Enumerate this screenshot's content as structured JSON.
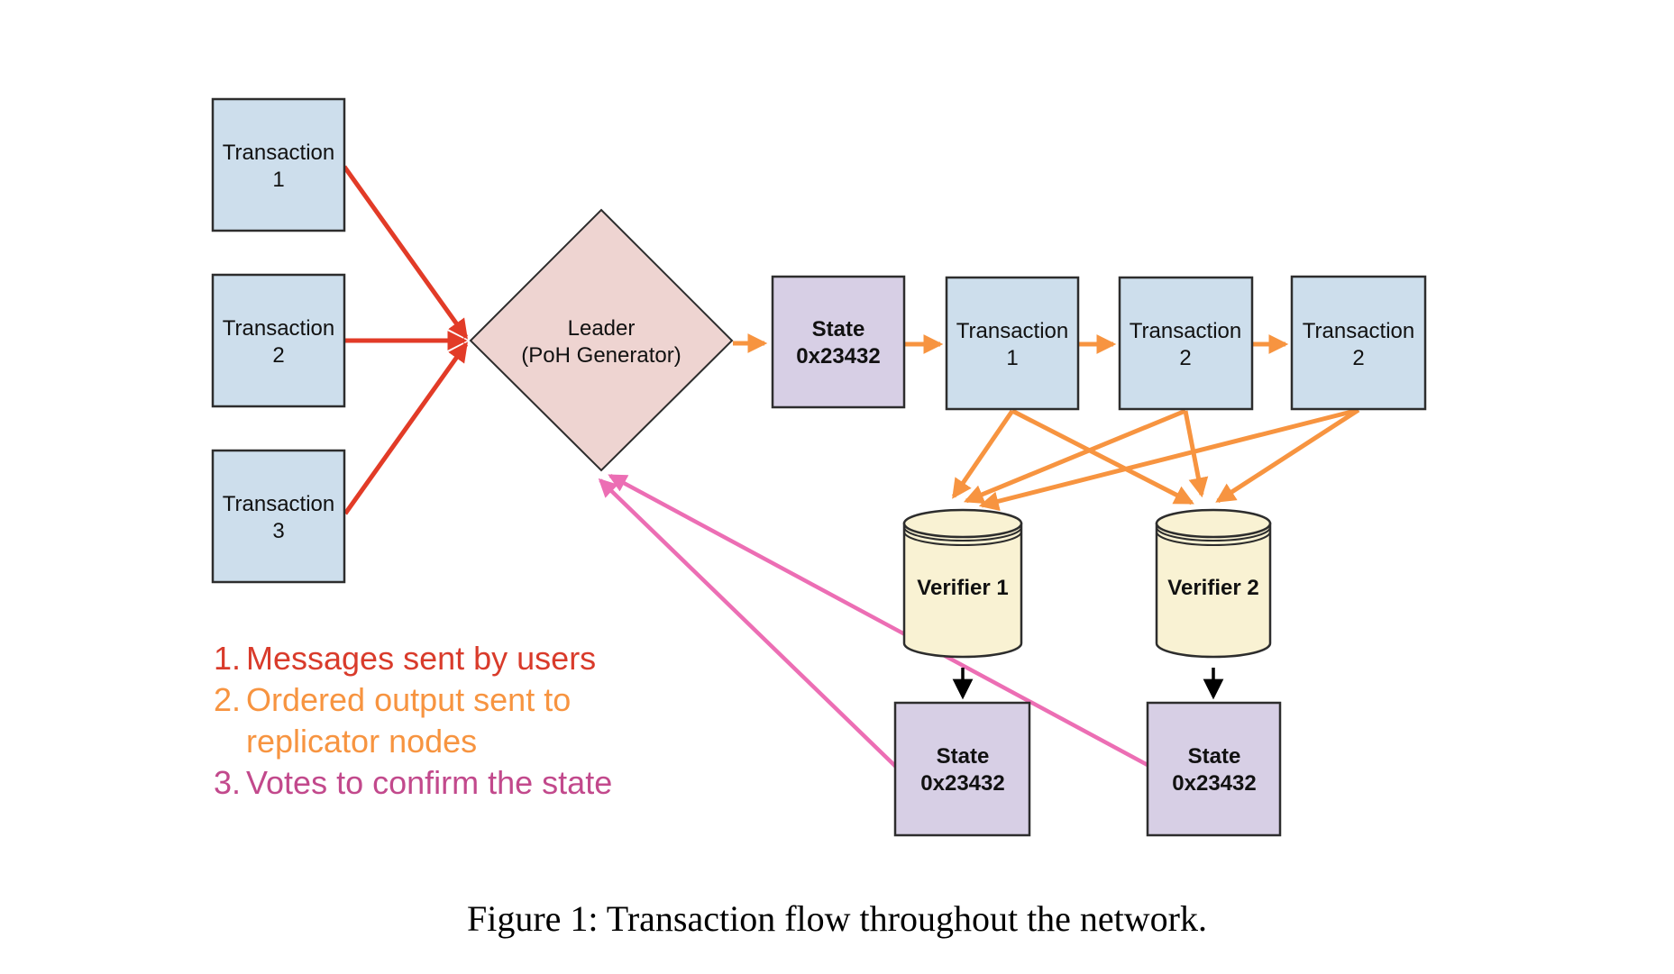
{
  "nodes": {
    "user_transactions": [
      {
        "line1": "Transaction",
        "line2": "1"
      },
      {
        "line1": "Transaction",
        "line2": "2"
      },
      {
        "line1": "Transaction",
        "line2": "3"
      }
    ],
    "leader": {
      "line1": "Leader",
      "line2": "(PoH Generator)"
    },
    "state_top": {
      "line1": "State",
      "line2": "0x23432"
    },
    "ledger_entries": [
      {
        "line1": "Transaction",
        "line2": "1"
      },
      {
        "line1": "Transaction",
        "line2": "2"
      },
      {
        "line1": "Transaction",
        "line2": "2"
      }
    ],
    "verifiers": [
      {
        "label": "Verifier 1"
      },
      {
        "label": "Verifier 2"
      }
    ],
    "state_bottom": [
      {
        "line1": "State",
        "line2": "0x23432"
      },
      {
        "line1": "State",
        "line2": "0x23432"
      }
    ]
  },
  "flows": [
    {
      "step": 1,
      "color": "red",
      "edges": [
        "user Transaction 1 → Leader",
        "user Transaction 2 → Leader",
        "user Transaction 3 → Leader"
      ]
    },
    {
      "step": 2,
      "color": "orange",
      "edges": [
        "Leader → State 0x23432",
        "State 0x23432 → Transaction 1",
        "Transaction 1 → Transaction 2",
        "Transaction 2 → Transaction 2",
        "Transaction 1 → Verifier 1",
        "Transaction 1 → Verifier 2",
        "Transaction 2 → Verifier 1",
        "Transaction 2 → Verifier 2",
        "Transaction 2 → Verifier 1",
        "Transaction 2 → Verifier 2"
      ]
    },
    {
      "step": 3,
      "color": "pink",
      "edges": [
        "State 0x23432 (under Verifier 1) → Leader",
        "State 0x23432 (under Verifier 2) → Leader"
      ]
    },
    {
      "step": null,
      "color": "black",
      "edges": [
        "Verifier 1 → State 0x23432",
        "Verifier 2 → State 0x23432"
      ]
    }
  ],
  "legend": {
    "items": [
      {
        "number": "1.",
        "lines": [
          "Messages sent by users"
        ],
        "color": "#d93b2b"
      },
      {
        "number": "2.",
        "lines": [
          "Ordered output sent to",
          "replicator nodes"
        ],
        "color": "#f79440"
      },
      {
        "number": "3.",
        "lines": [
          "Votes to confirm the state"
        ],
        "color": "#c2498c"
      }
    ]
  },
  "caption": "Figure 1: Transaction flow throughout the network.",
  "colors": {
    "background": "#ffffff",
    "transaction_fill": "#cddeec",
    "state_fill": "#d7cfe5",
    "leader_fill": "#eed4d1",
    "verifier_fill": "#f9f2d3",
    "node_border": "#2d2d2d",
    "text": "#111111",
    "red_arrow": "#e23b27",
    "orange_arrow": "#f79440",
    "pink_arrow": "#ec6eb4",
    "black_arrow": "#000000"
  }
}
